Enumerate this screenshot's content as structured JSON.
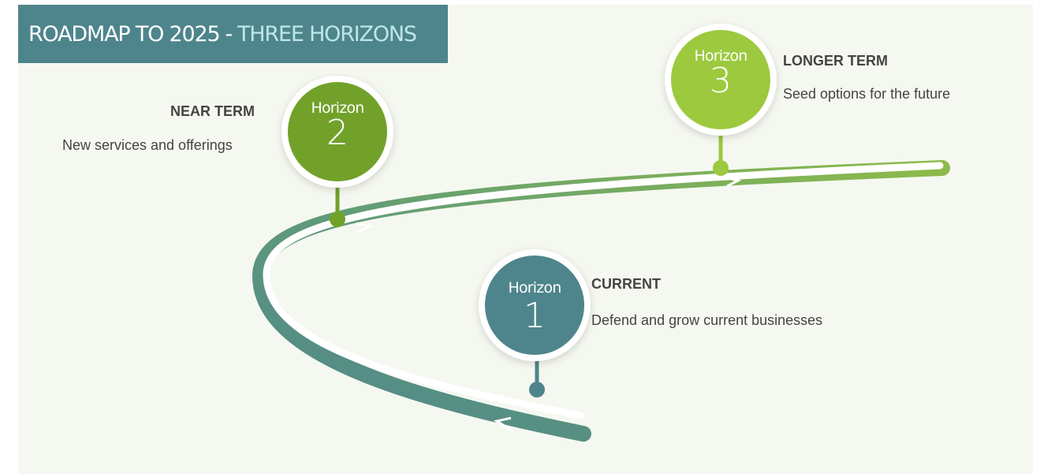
{
  "title": {
    "main": "ROADMAP TO 2025",
    "separator": "-",
    "sub": "THREE HORIZONS"
  },
  "colors": {
    "title_bar": "#4e858c",
    "horizon_1": "#4e858c",
    "horizon_2": "#72a12a",
    "horizon_3": "#9cc93d",
    "road_dark": "#4e858c",
    "road_mid": "#5f9a7a",
    "road_light": "#8dbb4a",
    "background": "#f5f8f0"
  },
  "horizons": [
    {
      "label": "Horizon",
      "number": "1",
      "term": "CURRENT",
      "description": "Defend and grow current businesses"
    },
    {
      "label": "Horizon",
      "number": "2",
      "term": "NEAR TERM",
      "description": "New services and offerings"
    },
    {
      "label": "Horizon",
      "number": "3",
      "term": "LONGER TERM",
      "description": "Seed options for the future"
    }
  ]
}
